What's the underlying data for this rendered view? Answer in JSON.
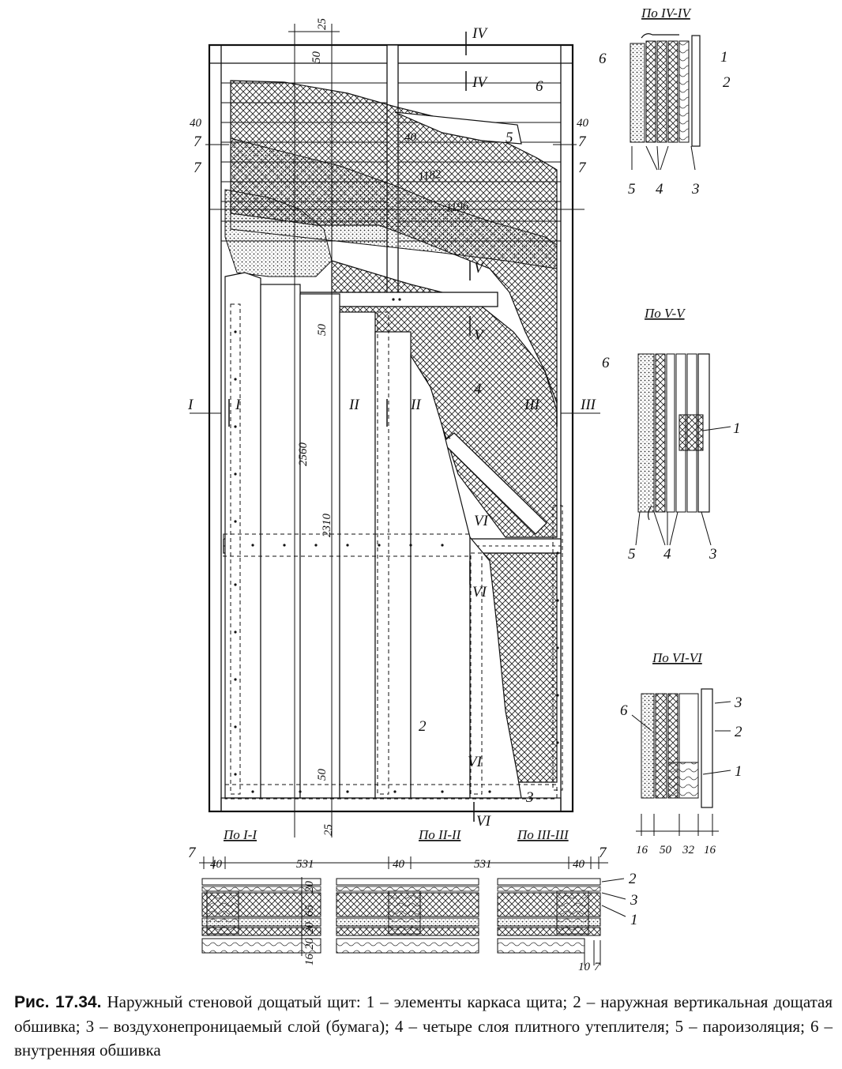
{
  "figure": {
    "section_headers": {
      "iv": "По IV-IV",
      "v": "По V-V",
      "vi": "По VI-VI",
      "i": "По I-I",
      "ii": "По II-II",
      "iii": "По III-III"
    },
    "cut_marks": {
      "i": "I",
      "ii": "II",
      "iii": "III",
      "iv": "IV",
      "v": "V",
      "vi": "VI"
    },
    "dimensions": {
      "d25": "25",
      "d50": "50",
      "d40": "40",
      "d1182": "1182",
      "d1196": "1196",
      "d2560": "2560",
      "d2310": "2310",
      "d531": "531",
      "d20": "20",
      "d65": "65",
      "d16": "16",
      "d32": "32",
      "d7": "7",
      "d10": "10"
    },
    "layer_numbers": {
      "n1": "1",
      "n2": "2",
      "n3": "3",
      "n4": "4",
      "n5": "5",
      "n6": "6",
      "n7": "7"
    }
  },
  "caption": {
    "label": "Рис. 17.34.",
    "text": "Наружный стеновой дощатый щит: 1 – элементы каркаса щита; 2 – наружная вертикальная дощатая обшивка; 3 – воздухонепроницаемый слой (бумага); 4 – четыре слоя плитного утеплителя; 5 – пароизоляция; 6 – внутренняя обшивка"
  }
}
